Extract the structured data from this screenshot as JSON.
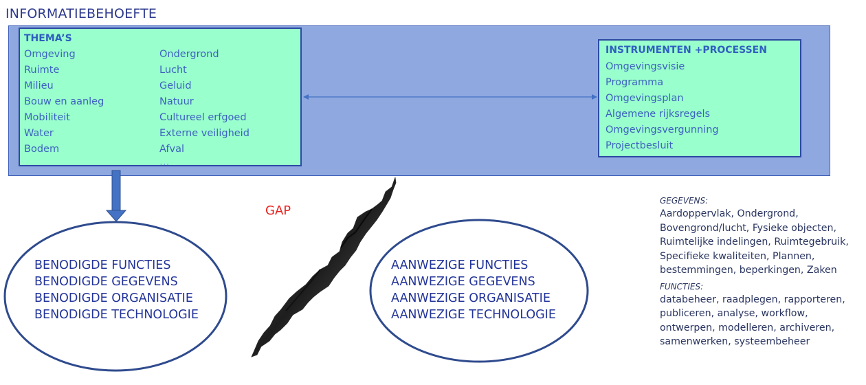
{
  "title": "INFORMATIEBEHOEFTE",
  "themes": {
    "heading": "THEMA’S",
    "col1": [
      "Omgeving",
      "Ruimte",
      "Milieu",
      "Bouw en aanleg",
      "Mobiliteit",
      "Water",
      "Bodem"
    ],
    "col2": [
      "Ondergrond",
      "Lucht",
      "Geluid",
      "Natuur",
      "Cultureel erfgoed",
      "Externe veiligheid",
      "Afval",
      "…"
    ]
  },
  "instruments": {
    "heading": "INSTRUMENTEN +PROCESSEN",
    "items": [
      "Omgevingsvisie",
      "Programma",
      "Omgevingsplan",
      "Algemene rijksregels",
      "Omgevingsvergunning",
      "Projectbesluit"
    ]
  },
  "left_ellipse": {
    "lines": [
      "BENODIGDE FUNCTIES",
      "BENODIGDE GEGEVENS",
      "BENODIGDE ORGANISATIE",
      "BENODIGDE TECHNOLOGIE"
    ]
  },
  "right_ellipse": {
    "lines": [
      "AANWEZIGE FUNCTIES",
      "AANWEZIGE GEGEVENS",
      "AANWEZIGE ORGANISATIE",
      "AANWEZIGE TECHNOLOGIE"
    ]
  },
  "gap_label": "GAP",
  "notes": {
    "gegevens_heading": "GEGEVENS:",
    "gegevens_body": "Aardoppervlak, Ondergrond, Bovengrond/lucht, Fysieke objecten, Ruimtelijke indelingen, Ruimtegebruik, Specifieke kwaliteiten, Plannen, bestemmingen, beperkingen, Zaken",
    "functies_heading": "FUNCTIES:",
    "functies_body": "databeheer, raadplegen, rapporteren, publiceren, analyse, workflow, ontwerpen, modelleren, archiveren, samenwerken, systeembeheer"
  },
  "colors": {
    "band": "#8fa9e0",
    "box_fill": "#99ffcc",
    "box_border": "#2c4aa3",
    "ellipse_stroke": "#2f4b8e",
    "arrow": "#4472c4",
    "gap_text": "#e8231f"
  }
}
